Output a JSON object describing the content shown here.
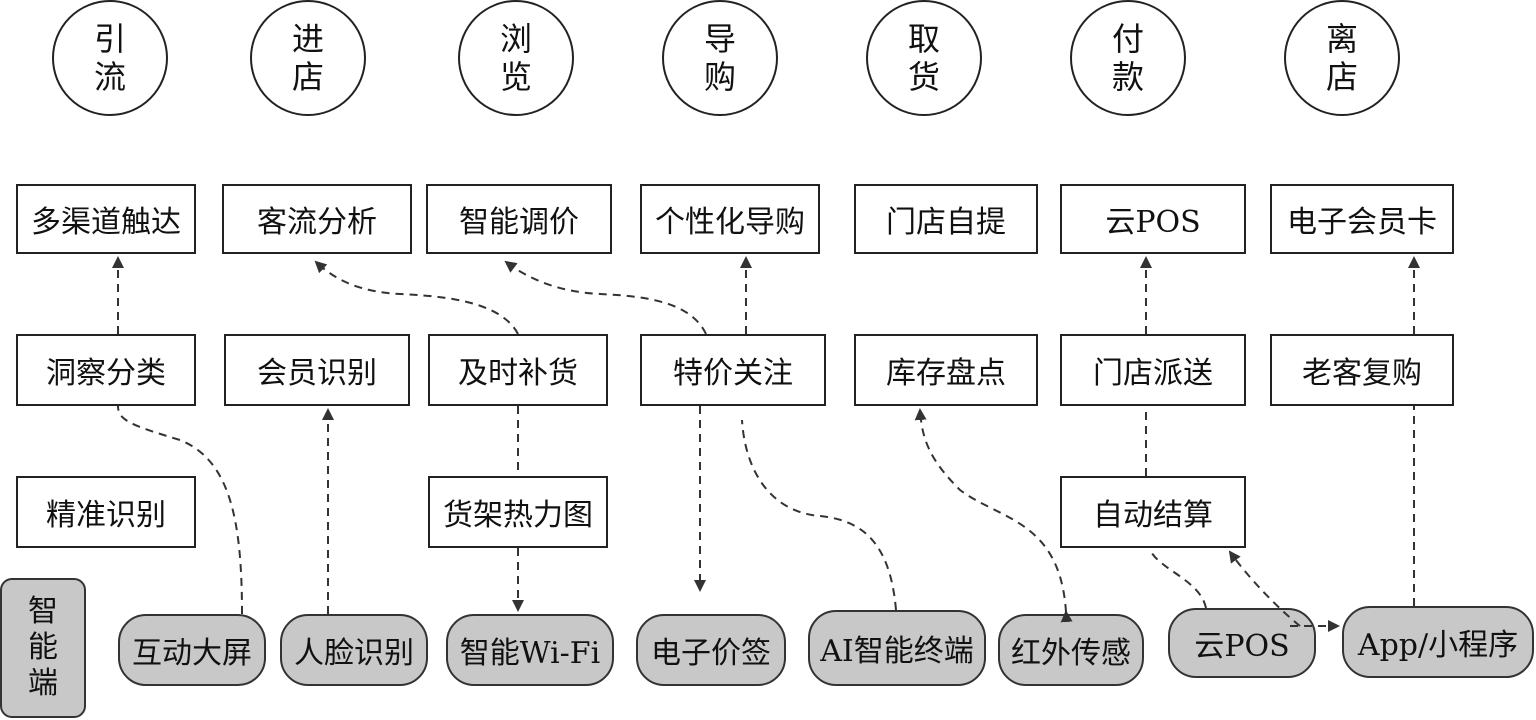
{
  "stages": [
    {
      "line1": "引",
      "line2": "流"
    },
    {
      "line1": "进",
      "line2": "店"
    },
    {
      "line1": "浏",
      "line2": "览"
    },
    {
      "line1": "导",
      "line2": "购"
    },
    {
      "line1": "取",
      "line2": "货"
    },
    {
      "line1": "付",
      "line2": "款"
    },
    {
      "line1": "离",
      "line2": "店"
    }
  ],
  "row1": [
    "多渠道触达",
    "客流分析",
    "智能调价",
    "个性化导购",
    "门店自提",
    "云POS",
    "电子会员卡"
  ],
  "row2": [
    "洞察分类",
    "会员识别",
    "及时补货",
    "特价关注",
    "库存盘点",
    "门店派送",
    "老客复购"
  ],
  "row3": [
    "精准识别",
    "货架热力图",
    "自动结算"
  ],
  "side_label": {
    "line1": "智",
    "line2": "能",
    "line3": "端"
  },
  "devices": [
    "互动大屏",
    "人脸识别",
    "智能Wi-Fi",
    "电子价签",
    "AI智能终端",
    "红外传感",
    "云POS",
    "App/小程序"
  ],
  "colors": {
    "device_fill": "#c8c8c8",
    "line": "#333333"
  }
}
